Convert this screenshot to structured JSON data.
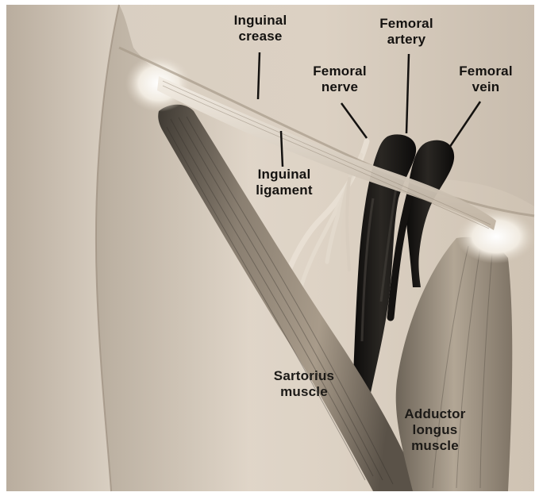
{
  "labels": {
    "inguinal_crease": [
      "Inguinal",
      "crease"
    ],
    "femoral_artery": [
      "Femoral",
      "artery"
    ],
    "femoral_nerve": [
      "Femoral",
      "nerve"
    ],
    "femoral_vein": [
      "Femoral",
      "vein"
    ],
    "inguinal_ligament": [
      "Inguinal",
      "ligament"
    ],
    "sartorius_muscle": [
      "Sartorius",
      "muscle"
    ],
    "adductor_longus_muscle": [
      "Adductor",
      "longus",
      "muscle"
    ]
  },
  "colors": {
    "background_skin": "#d8cdbf",
    "vessels": "#141210",
    "muscle_dark": "#6f6558",
    "muscle_light": "#c9bdad",
    "ligament": "#ece4d8"
  }
}
